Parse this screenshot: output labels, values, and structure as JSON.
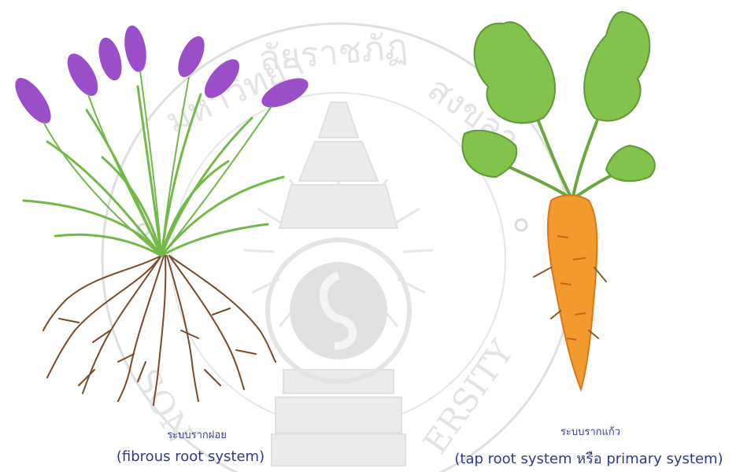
{
  "watermark": {
    "seal_text_top": "มหาวิทยาลัยราชภัฏสงขลา",
    "seal_text_bottom": "SONGKHLA RAJABHAT UNIVERSITY"
  },
  "left_plant": {
    "caption_thai": "ระบบรากฝอย",
    "caption_english": "(fibrous root system)"
  },
  "right_plant": {
    "caption_thai": "ระบบรากแก้ว",
    "caption_english": "(tap root system หรือ primary system)"
  },
  "colors": {
    "flower": "#9a4fc9",
    "leaf": "#7bbf4a",
    "root": "#7a4a2a",
    "carrot": "#f29a2e",
    "watermark": "#c9c9c9",
    "caption": "#2f3a8a"
  }
}
